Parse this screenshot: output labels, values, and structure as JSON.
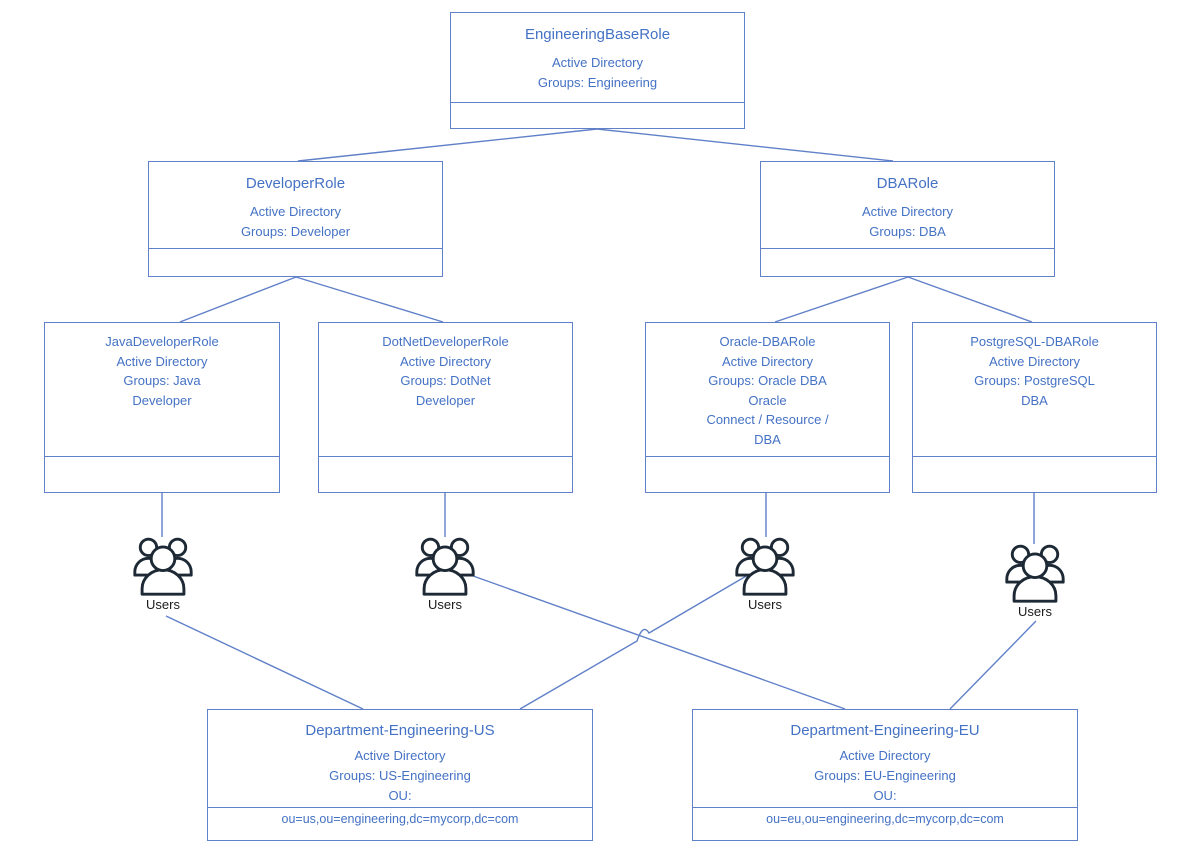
{
  "diagram": {
    "kind": "role-hierarchy-diagram",
    "colors": {
      "text_accent": "#4472C4",
      "box_border": "#6080C8",
      "connector": "#6080C8",
      "users_icon": "#1D2935",
      "users_label_text": "#1a1a1a",
      "background": "#ffffff"
    },
    "nodes": {
      "root": {
        "title": "EngineeringBaseRole",
        "lines": [
          "Active Directory",
          "Groups: Engineering"
        ]
      },
      "developer": {
        "title": "DeveloperRole",
        "lines": [
          "Active Directory",
          "Groups: Developer"
        ]
      },
      "dba": {
        "title": "DBARole",
        "lines": [
          "Active Directory",
          "Groups: DBA"
        ]
      },
      "java": {
        "lines": [
          "JavaDeveloperRole",
          "Active Directory",
          "Groups: Java",
          "Developer"
        ]
      },
      "dotnet": {
        "lines": [
          "DotNetDeveloperRole",
          "Active Directory",
          "Groups: DotNet",
          "Developer"
        ]
      },
      "oracle": {
        "lines": [
          "Oracle-DBARole",
          "Active Directory",
          "Groups: Oracle DBA",
          "Oracle",
          "Connect / Resource /",
          "DBA"
        ]
      },
      "postgresql": {
        "lines": [
          "PostgreSQL-DBARole",
          "Active Directory",
          "Groups: PostgreSQL",
          "DBA"
        ]
      },
      "dept_us": {
        "title": "Department-Engineering-US",
        "lines": [
          "Active Directory",
          "Groups: US-Engineering",
          "OU:"
        ],
        "ou": "ou=us,ou=engineering,dc=mycorp,dc=com"
      },
      "dept_eu": {
        "title": "Department-Engineering-EU",
        "lines": [
          "Active Directory",
          "Groups: EU-Engineering",
          "OU:"
        ],
        "ou": "ou=eu,ou=engineering,dc=mycorp,dc=com"
      }
    },
    "users_label": "Users",
    "edges": [
      {
        "from": "EngineeringBaseRole",
        "to": "DeveloperRole"
      },
      {
        "from": "EngineeringBaseRole",
        "to": "DBARole"
      },
      {
        "from": "DeveloperRole",
        "to": "JavaDeveloperRole"
      },
      {
        "from": "DeveloperRole",
        "to": "DotNetDeveloperRole"
      },
      {
        "from": "DBARole",
        "to": "Oracle-DBARole"
      },
      {
        "from": "DBARole",
        "to": "PostgreSQL-DBARole"
      },
      {
        "from": "JavaDeveloperRole",
        "to": "Users-1"
      },
      {
        "from": "DotNetDeveloperRole",
        "to": "Users-2"
      },
      {
        "from": "Oracle-DBARole",
        "to": "Users-3"
      },
      {
        "from": "PostgreSQL-DBARole",
        "to": "Users-4"
      },
      {
        "from": "Users-1",
        "to": "Department-Engineering-US"
      },
      {
        "from": "Users-2",
        "to": "Department-Engineering-EU"
      },
      {
        "from": "Users-3",
        "to": "Department-Engineering-US"
      },
      {
        "from": "Users-4",
        "to": "Department-Engineering-EU"
      }
    ]
  }
}
